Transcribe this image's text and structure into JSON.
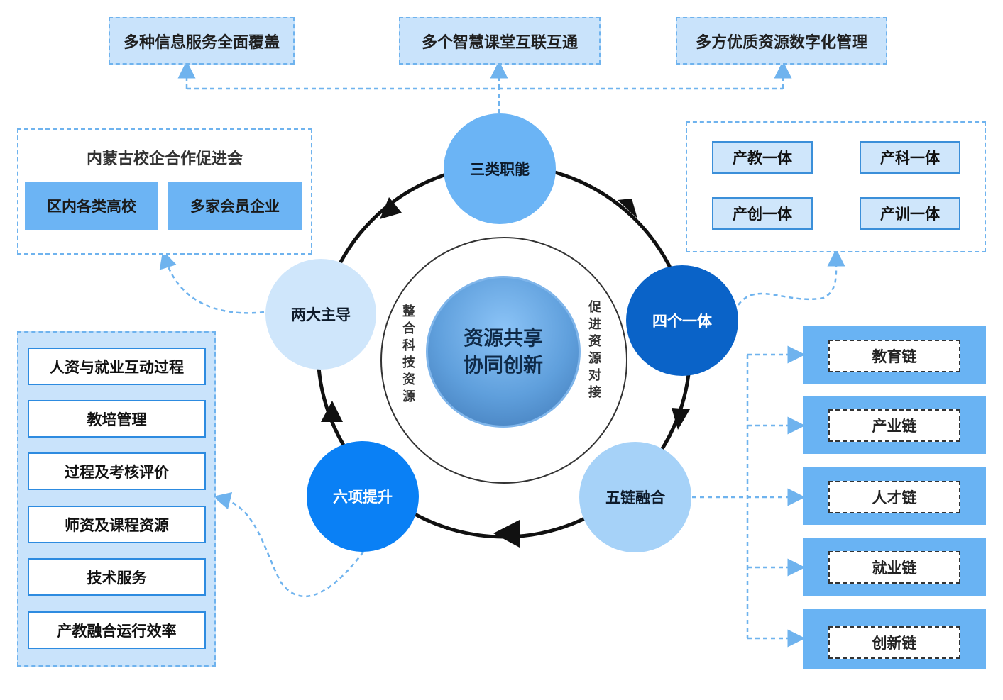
{
  "top_boxes": [
    "多种信息服务全面覆盖",
    "多个智慧课堂互联互通",
    "多方优质资源数字化管理"
  ],
  "association": {
    "title": "内蒙古校企合作促进会",
    "left": "区内各类高校",
    "right": "多家会员企业"
  },
  "integration": [
    "产教一体",
    "产科一体",
    "产创一体",
    "产训一体"
  ],
  "six_list": [
    "人资与就业互动过程",
    "教培管理",
    "过程及考核评价",
    "师资及课程资源",
    "技术服务",
    "产教融合运行效率"
  ],
  "chains": [
    "教育链",
    "产业链",
    "人才链",
    "就业链",
    "创新链"
  ],
  "cycle": {
    "three": "三类职能",
    "four": "四个一体",
    "five": "五链融合",
    "six": "六项提升",
    "two": "两大主导"
  },
  "center": {
    "line1": "资源共享",
    "line2": "协同创新",
    "left_vertical": "整合科技资源",
    "right_vertical": "促进资源对接"
  },
  "colors": {
    "light_blue": "#c9e3fb",
    "mid_blue": "#6cb4f4",
    "dark_blue": "#0a63c8",
    "bright_blue": "#0a80f5",
    "dash_blue": "#6fb3ee"
  }
}
